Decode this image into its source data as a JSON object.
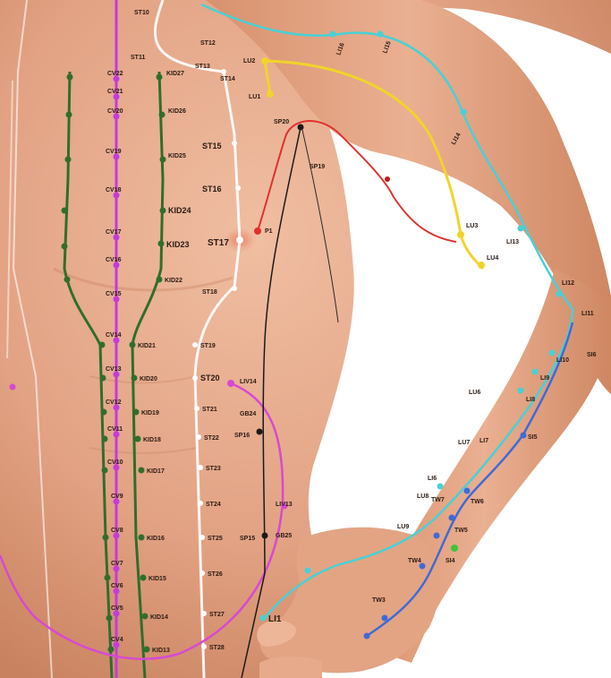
{
  "figure": {
    "colors": {
      "skin": "#e4a98a",
      "skin_shadow": "#c98562",
      "conception_vessel": "#c23be0",
      "kidney": "#2f6e2c",
      "stomach": "#ffffff",
      "lung": "#f1d42a",
      "large_intestine": "#47d1d6",
      "triple_warmer": "#3f6ad8",
      "pericardium": "#e0312d",
      "spleen": "#1a1a1a",
      "liver": "#d64ad2"
    }
  },
  "labels": {
    "cv": [
      "CV22",
      "CV21",
      "CV20",
      "CV19",
      "CV18",
      "CV17",
      "CV16",
      "CV15",
      "CV14",
      "CV13",
      "CV12",
      "CV11",
      "CV10",
      "CV9",
      "CV8",
      "CV7",
      "CV6",
      "CV5",
      "CV4"
    ],
    "kid": [
      "KID27",
      "KID26",
      "KID25",
      "KID24",
      "KID23",
      "KID22",
      "KID21",
      "KID20",
      "KID19",
      "KID18",
      "KID17",
      "KID16",
      "KID15",
      "KID14",
      "KID13"
    ],
    "st": [
      "ST10",
      "ST12",
      "ST11",
      "ST13",
      "ST14",
      "ST15",
      "ST16",
      "ST17",
      "ST18",
      "ST19",
      "ST20",
      "ST21",
      "ST22",
      "ST23",
      "ST24",
      "ST25",
      "ST26",
      "ST27",
      "ST28"
    ],
    "lu": [
      "LU2",
      "LU1",
      "LU3",
      "LU4"
    ],
    "li": [
      "LI16",
      "LI15",
      "LI14",
      "LI13",
      "LI12",
      "LI11",
      "LI10",
      "LI9",
      "LI8",
      "LI7",
      "LI6",
      "LI1"
    ],
    "sp": [
      "SP20",
      "SP19",
      "SP16",
      "SP15"
    ],
    "tw": [
      "TW7",
      "TW6",
      "TW5",
      "TW4",
      "TW3"
    ],
    "other": [
      "P1",
      "LIV14",
      "GB24",
      "GB25",
      "LIV13",
      "SI6",
      "SI5",
      "SI4",
      "LU6",
      "LU7",
      "LU8",
      "LU9"
    ]
  }
}
